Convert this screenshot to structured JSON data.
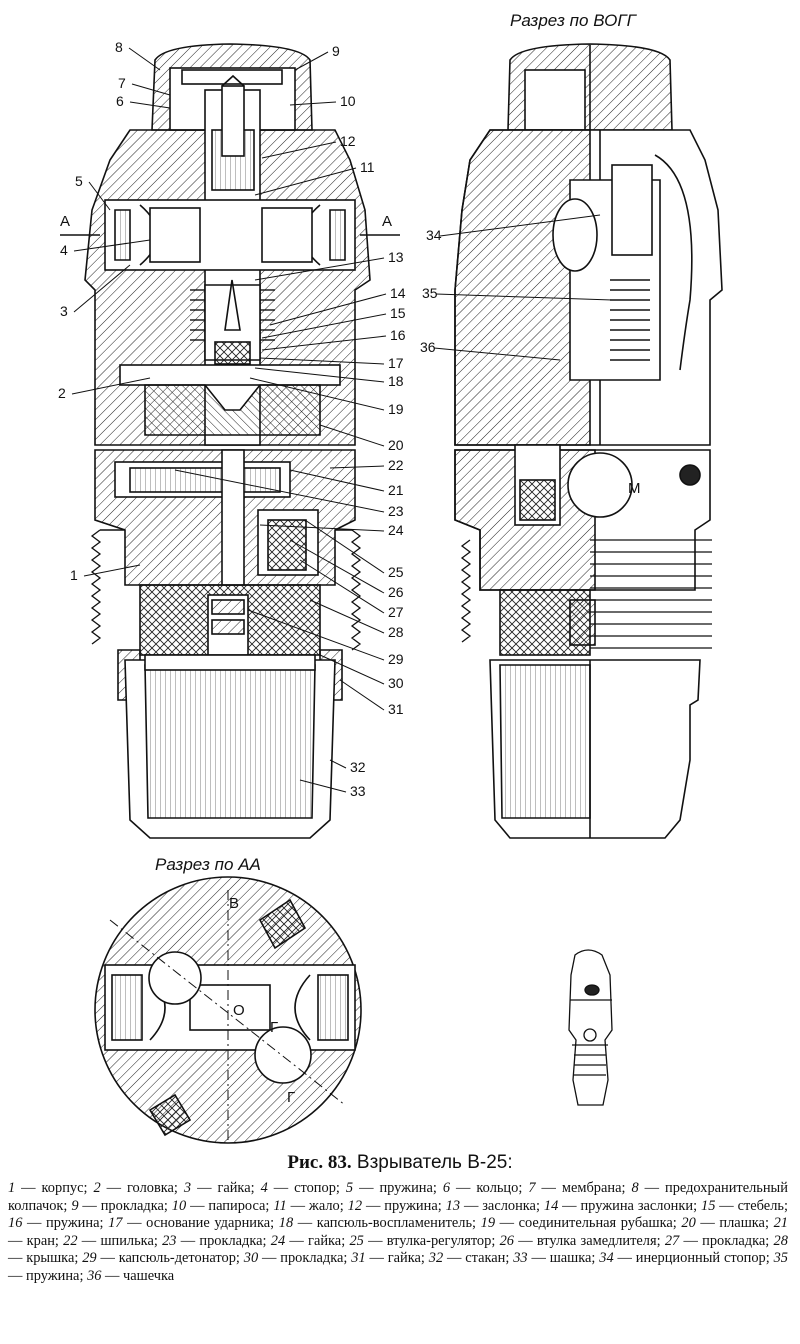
{
  "sections": {
    "right_view": "Разрез по ВОГГ",
    "bottom_view": "Разрез по АА"
  },
  "section_marks": {
    "a_left": "А",
    "a_right": "А",
    "b_mark": "В",
    "o_mark": "О",
    "g_top": "Г",
    "g_bottom": "Г",
    "m_mark": "М"
  },
  "callouts": [
    "8",
    "9",
    "7",
    "6",
    "10",
    "12",
    "11",
    "5",
    "4",
    "3",
    "13",
    "14",
    "15",
    "16",
    "2",
    "17",
    "18",
    "19",
    "20",
    "22",
    "21",
    "23",
    "24",
    "1",
    "25",
    "26",
    "27",
    "28",
    "29",
    "30",
    "31",
    "32",
    "33",
    "34",
    "35",
    "36"
  ],
  "caption": {
    "fig_label": "Рис. 83.",
    "title": "Взрыватель В-25:"
  },
  "legend": [
    {
      "num": "1",
      "name": "корпус"
    },
    {
      "num": "2",
      "name": "головка"
    },
    {
      "num": "3",
      "name": "гайка"
    },
    {
      "num": "4",
      "name": "стопор"
    },
    {
      "num": "5",
      "name": "пружина"
    },
    {
      "num": "6",
      "name": "кольцо"
    },
    {
      "num": "7",
      "name": "мембрана"
    },
    {
      "num": "8",
      "name": "предохранительный колпачок"
    },
    {
      "num": "9",
      "name": "прокладка"
    },
    {
      "num": "10",
      "name": "папироса"
    },
    {
      "num": "11",
      "name": "жало"
    },
    {
      "num": "12",
      "name": "пружина"
    },
    {
      "num": "13",
      "name": "заслонка"
    },
    {
      "num": "14",
      "name": "пружина заслонки"
    },
    {
      "num": "15",
      "name": "стебель"
    },
    {
      "num": "16",
      "name": "пружина"
    },
    {
      "num": "17",
      "name": "основание ударника"
    },
    {
      "num": "18",
      "name": "капсюль-воспламенитель"
    },
    {
      "num": "19",
      "name": "соединительная рубашка"
    },
    {
      "num": "20",
      "name": "плашка"
    },
    {
      "num": "21",
      "name": "кран"
    },
    {
      "num": "22",
      "name": "шпилька"
    },
    {
      "num": "23",
      "name": "прокладка"
    },
    {
      "num": "24",
      "name": "гайка"
    },
    {
      "num": "25",
      "name": "втулка-регулятор"
    },
    {
      "num": "26",
      "name": "втулка замедлителя"
    },
    {
      "num": "27",
      "name": "прокладка"
    },
    {
      "num": "28",
      "name": "крышка"
    },
    {
      "num": "29",
      "name": "капсюль-детонатор"
    },
    {
      "num": "30",
      "name": "прокладка"
    },
    {
      "num": "31",
      "name": "гайка"
    },
    {
      "num": "32",
      "name": "стакан"
    },
    {
      "num": "33",
      "name": "шашка"
    },
    {
      "num": "34",
      "name": "инерционный стопор"
    },
    {
      "num": "35",
      "name": "пружина"
    },
    {
      "num": "36",
      "name": "чашечка"
    }
  ]
}
